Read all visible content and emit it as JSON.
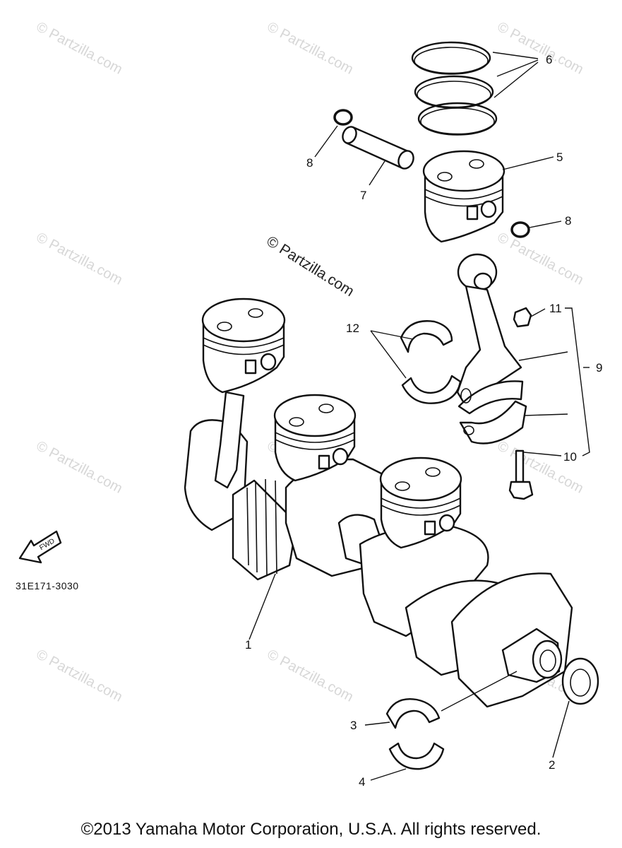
{
  "watermark": {
    "text": "© Partzilla.com",
    "center_text": "© Partzilla.com"
  },
  "callouts": [
    {
      "id": "1",
      "text": "1"
    },
    {
      "id": "2",
      "text": "2"
    },
    {
      "id": "3",
      "text": "3"
    },
    {
      "id": "4",
      "text": "4"
    },
    {
      "id": "5",
      "text": "5"
    },
    {
      "id": "6",
      "text": "6"
    },
    {
      "id": "7",
      "text": "7"
    },
    {
      "id": "8a",
      "text": "8"
    },
    {
      "id": "8b",
      "text": "8"
    },
    {
      "id": "9",
      "text": "9"
    },
    {
      "id": "10",
      "text": "10"
    },
    {
      "id": "11",
      "text": "11"
    },
    {
      "id": "12",
      "text": "12"
    }
  ],
  "fwd_label": "FWD",
  "part_code": "31E171-3030",
  "copyright": "©2013  Yamaha Motor Corporation, U.S.A. All rights reserved."
}
